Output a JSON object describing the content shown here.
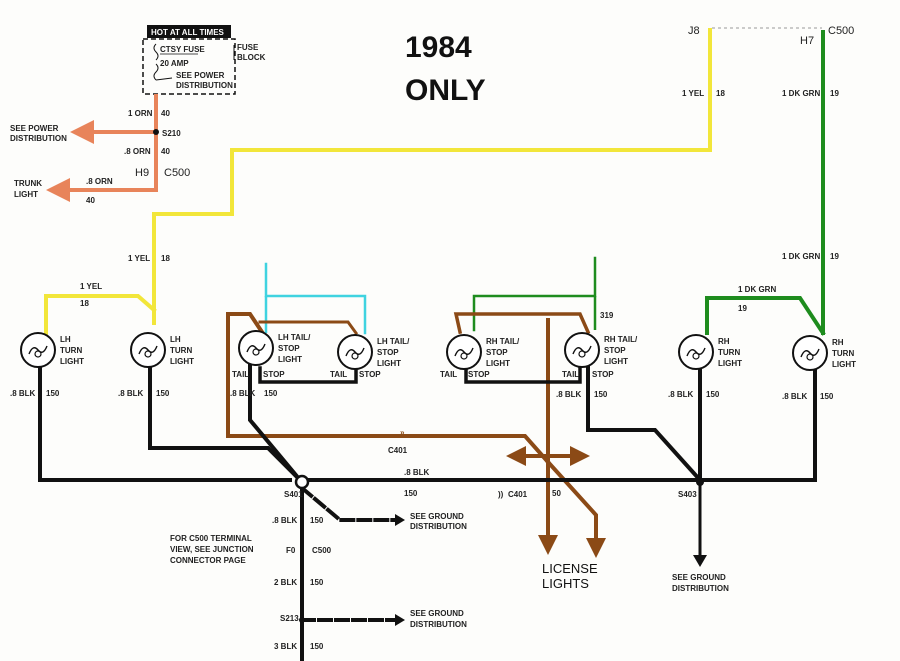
{
  "title_line1": "1984",
  "title_line2": "ONLY",
  "fuse": {
    "hot_label": "HOT AT ALL TIMES",
    "ctsy_fuse": "CTSY FUSE",
    "amp": "20 AMP",
    "see_power_1": "SEE POWER",
    "see_power_2": "DISTRIBUTION",
    "fuse_block_1": "FUSE",
    "fuse_block_2": "BLOCK"
  },
  "left_top": {
    "orn1_label": "1 ORN",
    "orn1_num": "40",
    "see_power_1": "SEE POWER",
    "see_power_2": "DISTRIBUTION",
    "s210": "S210",
    "orn8_label": ".8 ORN",
    "orn8_num": "40",
    "h9": "H9",
    "c500": "C500",
    "trunk_1": "TRUNK",
    "trunk_2": "LIGHT",
    "trunk_wire": ".8 ORN",
    "trunk_num": "40"
  },
  "right_top": {
    "j8": "J8",
    "c500": "C500",
    "h7": "H7",
    "yel_label": "1 YEL",
    "yel_num": "18",
    "dkgrn_label": "1 DK GRN",
    "dkgrn_num": "19",
    "dkgrn2_label": "1 DK GRN",
    "dkgrn2_num": "19",
    "dkgrn3_label": "1 DK GRN",
    "dkgrn3_num": "19"
  },
  "mid_labels": {
    "yel_left": "1 YEL",
    "yel_left_num": "18",
    "yel_lh": "1 YEL",
    "yel_lh_num": "18",
    "num_319": "319"
  },
  "lamps": [
    {
      "l1": "LH",
      "l2": "TURN",
      "l3": "LIGHT"
    },
    {
      "l1": "LH",
      "l2": "TURN",
      "l3": "LIGHT"
    },
    {
      "l1": "LH TAIL/",
      "l2": "STOP",
      "l3": "LIGHT"
    },
    {
      "l1": "LH TAIL/",
      "l2": "STOP",
      "l3": "LIGHT"
    },
    {
      "l1": "RH TAIL/",
      "l2": "STOP",
      "l3": "LIGHT"
    },
    {
      "l1": "RH TAIL/",
      "l2": "STOP",
      "l3": "LIGHT"
    },
    {
      "l1": "RH",
      "l2": "TURN",
      "l3": "LIGHT"
    },
    {
      "l1": "RH",
      "l2": "TURN",
      "l3": "LIGHT"
    }
  ],
  "tail": "TAIL",
  "stop": "STOP",
  "blk": {
    "a": ".8 BLK",
    "a_n": "150",
    "b": ".8 BLK",
    "b_n": "150",
    "c": ".8 BLK",
    "c_n": "150",
    "d": ".8 BLK",
    "d_n": "150",
    "e": ".8 BLK",
    "e_n": "150",
    "f": ".8 BLK",
    "f_n": "150",
    "main": ".8 BLK",
    "main_n": "150",
    "right_n": "50",
    "down1": ".8 BLK",
    "down1_n": "150",
    "down2": "2 BLK",
    "down2_n": "150",
    "down3": "3 BLK",
    "down3_n": "150"
  },
  "splices": {
    "s401": "S401",
    "s403": "S403",
    "s213": "S213",
    "c401": "C401",
    "c401b": "C401",
    "f0": "F0",
    "c500": "C500"
  },
  "ground": {
    "g1_1": "SEE GROUND",
    "g1_2": "DISTRIBUTION",
    "g2_1": "SEE GROUND",
    "g2_2": "DISTRIBUTION",
    "g3_1": "SEE GROUND",
    "g3_2": "DISTRIBUTION"
  },
  "note": {
    "l1": "FOR C500 TERMINAL",
    "l2": "VIEW, SEE JUNCTION",
    "l3": "CONNECTOR PAGE"
  },
  "license_1": "LICENSE",
  "license_2": "LIGHTS",
  "colors": {
    "yellow": "#f2e63a",
    "orange": "#e8845a",
    "green": "#1e8c1e",
    "cyan": "#3fd3e0",
    "brown": "#8b4a16",
    "black": "#111111"
  }
}
